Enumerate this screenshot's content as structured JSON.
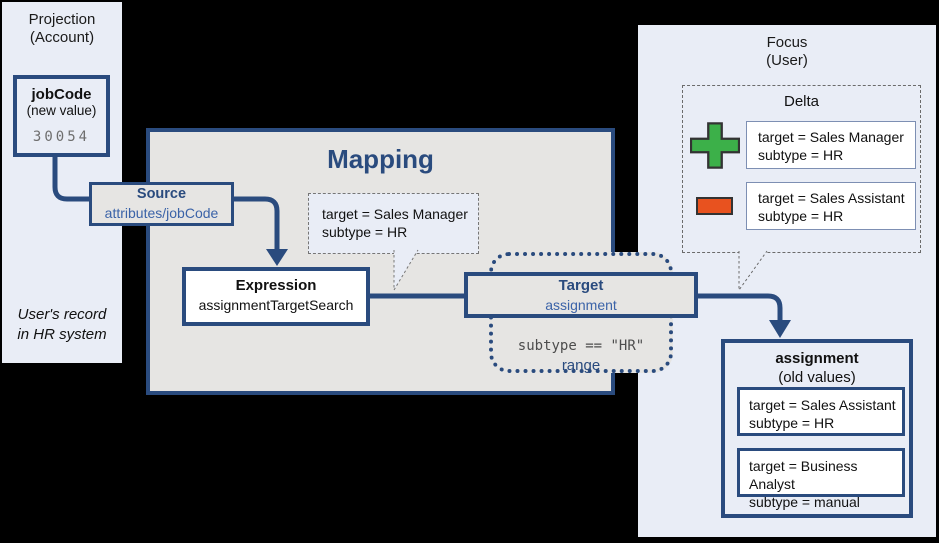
{
  "diagram": {
    "projection": {
      "title": [
        "Projection",
        "(Account)"
      ],
      "jobcode": {
        "name": "jobCode",
        "qualifier": "(new value)",
        "value": "30054"
      },
      "caption": [
        "User's record",
        "in HR system"
      ]
    },
    "mapping": {
      "title": "Mapping",
      "source": {
        "label": "Source",
        "value": "attributes/jobCode"
      },
      "expression": {
        "label": "Expression",
        "value": "assignmentTargetSearch"
      },
      "result_bubble": [
        "target = Sales Manager",
        "subtype = HR"
      ],
      "target": {
        "label": "Target",
        "value": "assignment"
      },
      "range": {
        "condition": "subtype == \"HR\"",
        "label": "range"
      }
    },
    "focus": {
      "title": [
        "Focus",
        "(User)"
      ],
      "delta": {
        "title": "Delta",
        "added": [
          "target = Sales Manager",
          "subtype = HR"
        ],
        "removed": [
          "target = Sales Assistant",
          "subtype = HR"
        ]
      },
      "assignment": {
        "title": "assignment",
        "qualifier": "(old values)",
        "values": [
          [
            "target = Sales Assistant",
            "subtype = HR"
          ],
          [
            "target = Business Analyst",
            "subtype = manual"
          ]
        ]
      }
    },
    "colors": {
      "accent_blue": "#2a4b7e",
      "link_blue": "#3b63a8",
      "panel_blue": "#e9edf6",
      "mapping_gray": "#e6e5e3",
      "add_green": "#3cb049",
      "remove_orange": "#e8521f",
      "background": "#000000"
    }
  }
}
